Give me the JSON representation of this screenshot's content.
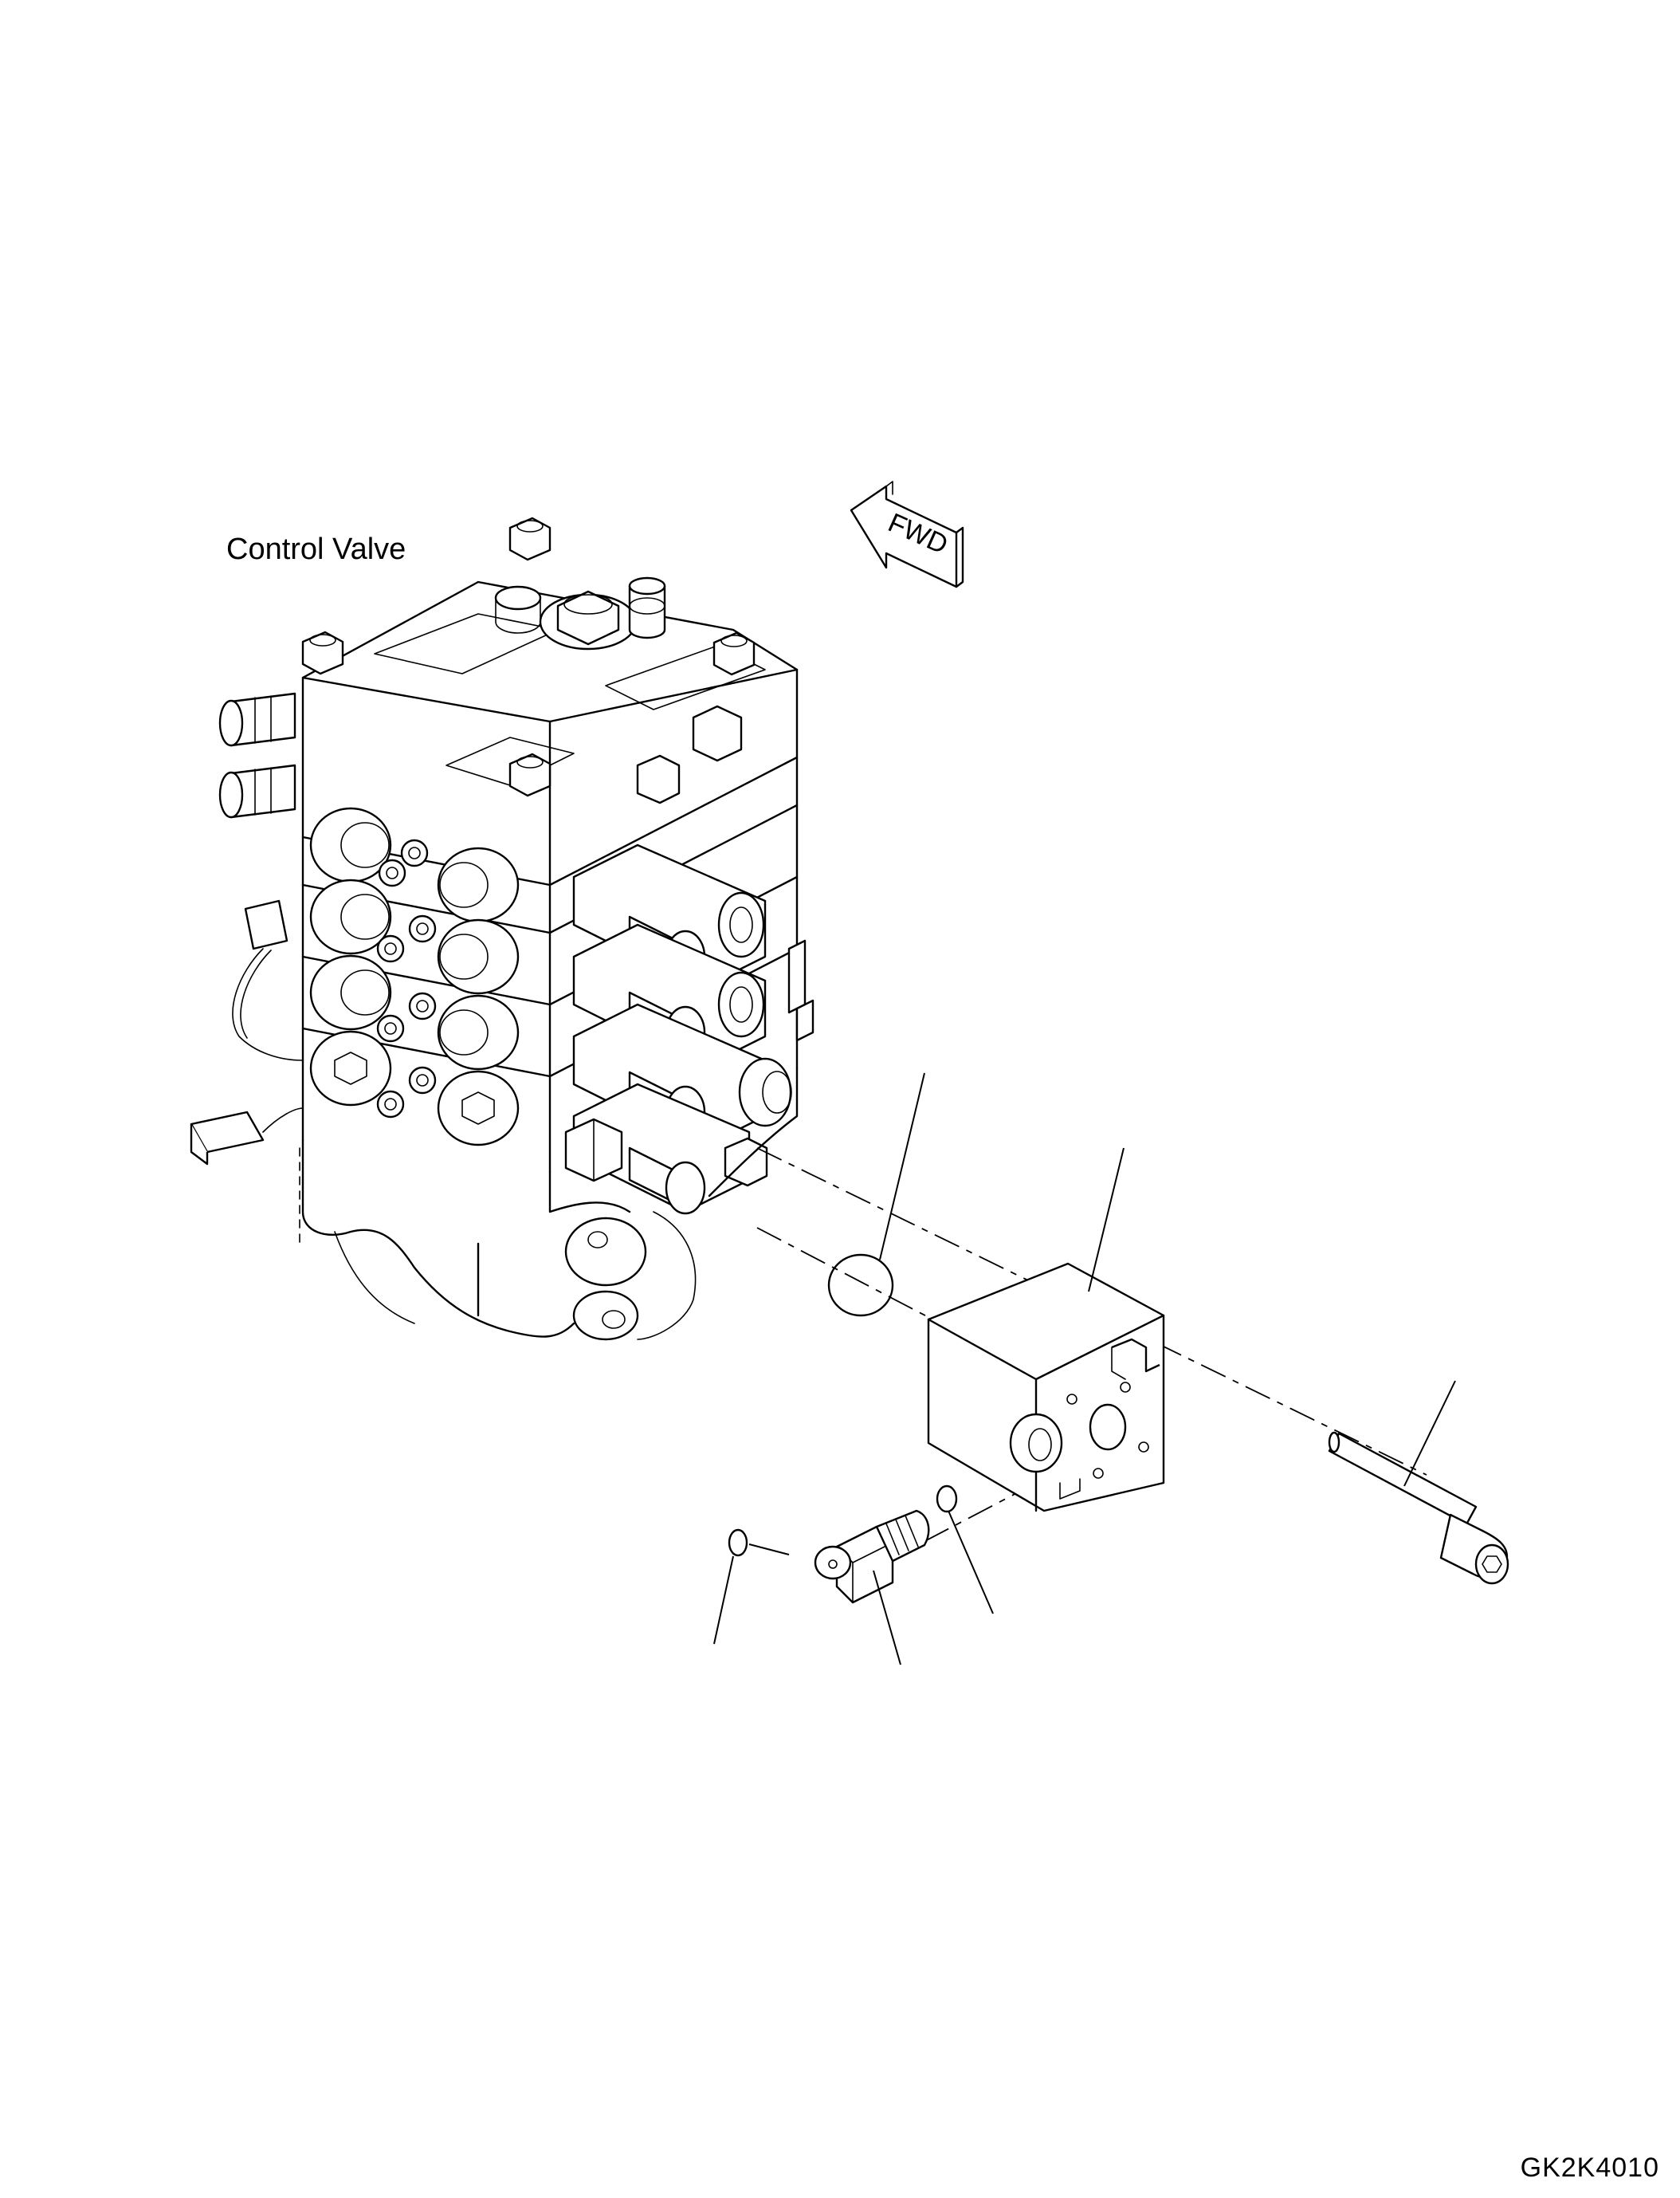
{
  "labels": {
    "control_valve": "Control Valve",
    "fwd": "FWD",
    "drawing_code": "GK2K4010"
  }
}
